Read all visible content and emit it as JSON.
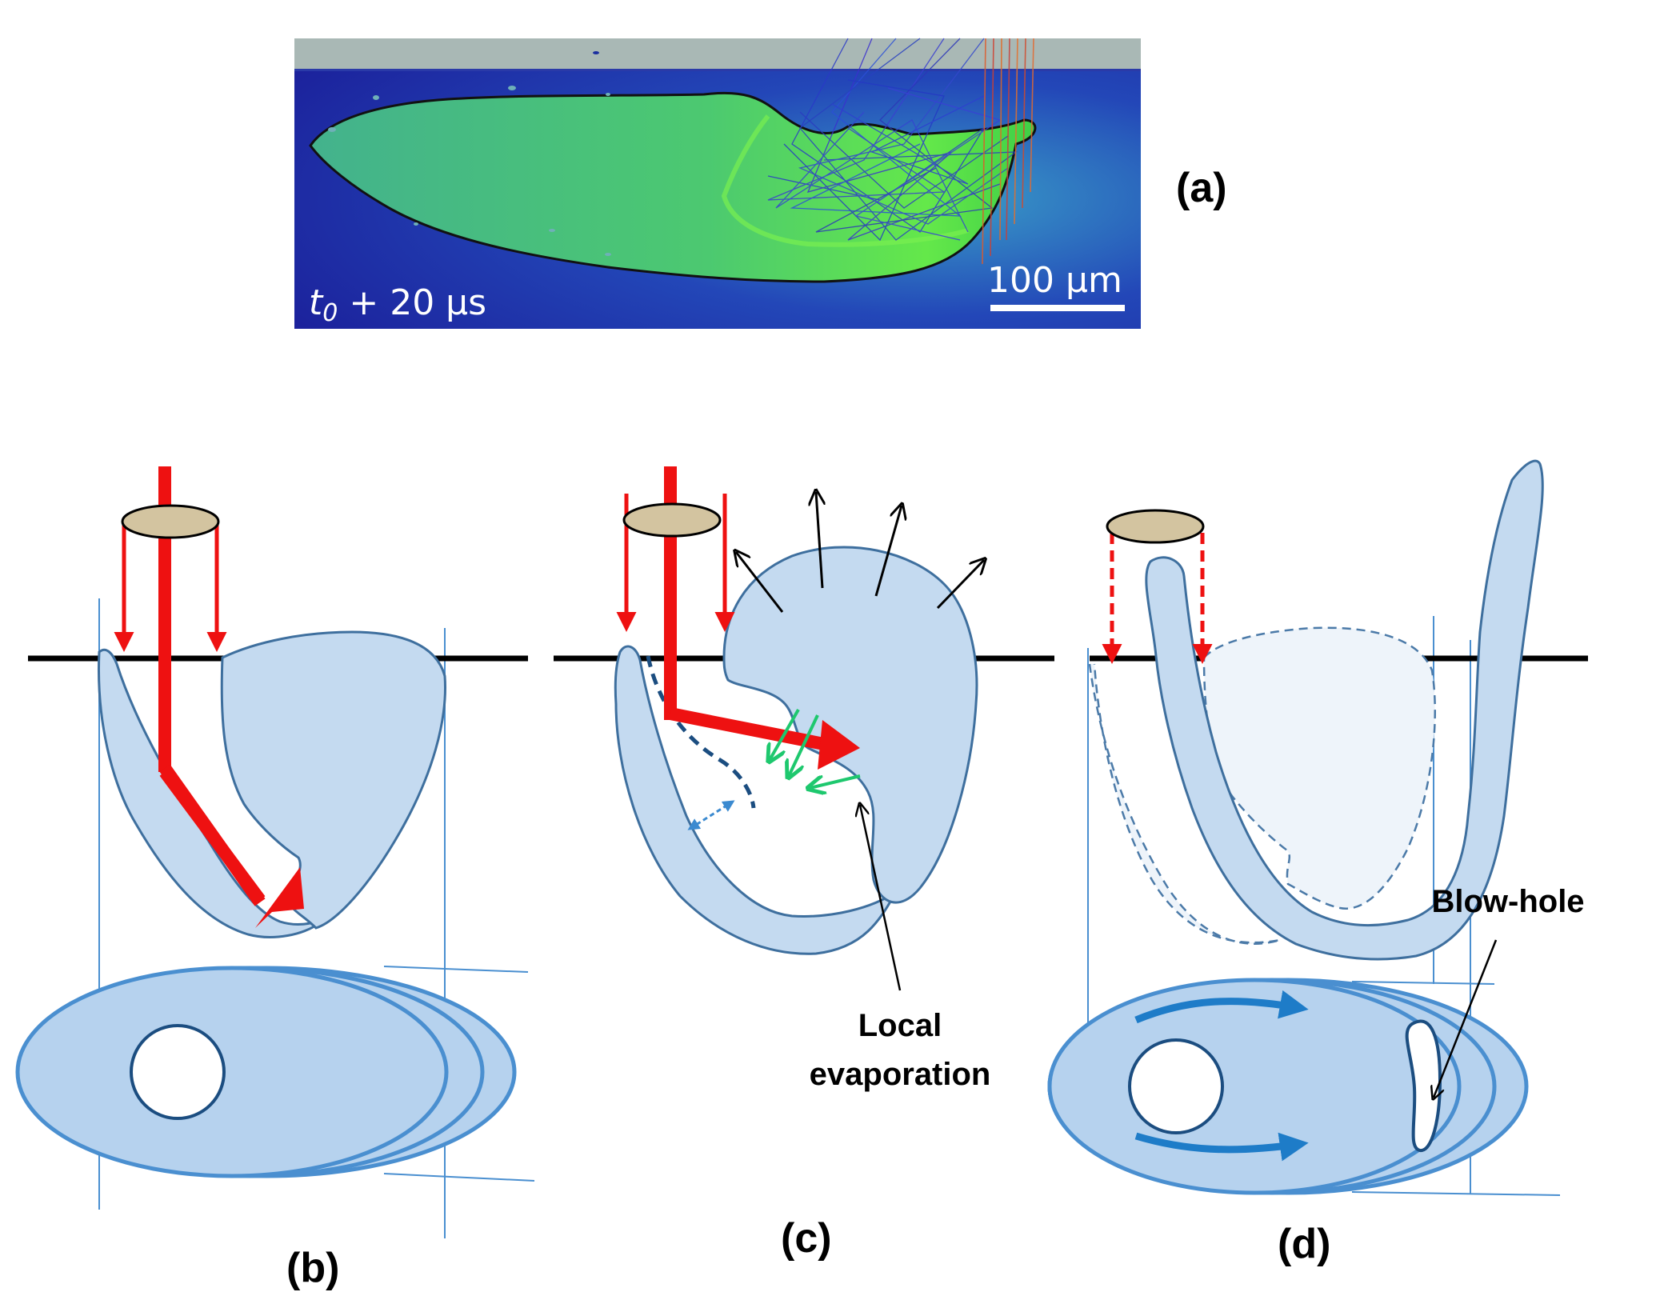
{
  "panel_a": {
    "label": "(a)",
    "time_label": "t",
    "time_subscript": "0",
    "time_suffix": " + 20 µs",
    "scale_bar": "100 µm"
  },
  "panel_b": {
    "label": "(b)"
  },
  "panel_c": {
    "label": "(c)",
    "annotation_line1": "Local",
    "annotation_line2": "evaporation"
  },
  "panel_d": {
    "label": "(d)",
    "annotation": "Blow-hole"
  },
  "colors": {
    "melt_fill": "#c4daf0",
    "melt_stroke": "#3e6f9e",
    "laser_red": "#ee1111",
    "lens_fill": "#d3c4a0",
    "guide_blue": "#4a8fd0",
    "flow_blue": "#1e7cc8",
    "evap_green": "#1ec86e",
    "sim_background": "#1d2fa6",
    "sim_melt_green": "#3ecf6e"
  },
  "icons": [
    "lens-icon",
    "laser-beam-arrow",
    "flow-arrow",
    "vapor-arrow",
    "blow-hole-pore"
  ]
}
